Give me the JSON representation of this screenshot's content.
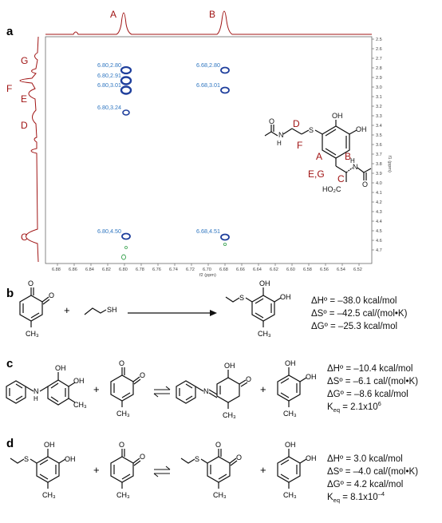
{
  "panels": {
    "a": {
      "letter": "a",
      "top_peaks": [
        "A",
        "B"
      ],
      "left_peaks": [
        "G",
        "F",
        "E",
        "D",
        "C"
      ],
      "xlabel": "f2 (ppm)",
      "ylabel": "f1 (ppm)",
      "xticks": [
        "6.88",
        "6.86",
        "6.84",
        "6.82",
        "6.80",
        "6.78",
        "6.76",
        "6.74",
        "6.72",
        "6.70",
        "6.68",
        "6.66",
        "6.64",
        "6.62",
        "6.60",
        "6.58",
        "6.56",
        "6.54",
        "6.52"
      ],
      "yticks": [
        "2.5",
        "2.6",
        "2.7",
        "2.8",
        "2.9",
        "3.0",
        "3.1",
        "3.2",
        "3.3",
        "3.4",
        "3.5",
        "3.6",
        "3.7",
        "3.8",
        "3.9",
        "4.0",
        "4.1",
        "4.2",
        "4.3",
        "4.4",
        "4.5",
        "4.6",
        "4.7"
      ],
      "crosspeaks": [
        "6.80,2.80",
        "6.80,2.91",
        "6.80,3.01",
        "6.80,3.24",
        "6.68,2.80",
        "6.68,3.01",
        "6.80,4.50",
        "6.68,4.51"
      ],
      "structure_labels": {
        "d": "D",
        "f": "F",
        "a": "A",
        "b": "B",
        "c": "C",
        "eg": "E,G",
        "acid": "HO₂C"
      }
    },
    "b": {
      "letter": "b",
      "thermo": [
        "ΔHº = –38.0 kcal/mol",
        "ΔSº = –42.5 cal/(mol•K)",
        "ΔGº = –25.3 kcal/mol"
      ]
    },
    "c": {
      "letter": "c",
      "thermo": [
        "ΔHº = –10.4 kcal/mol",
        "ΔSº = –6.1 cal/(mol•K)",
        "ΔGº = –8.6 kcal/mol"
      ],
      "keq_label": "K",
      "keq_sub": "eq",
      "keq_value": " = 2.1x10",
      "keq_exp": "6"
    },
    "d": {
      "letter": "d",
      "thermo": [
        "ΔHº = 3.0 kcal/mol",
        "ΔSº = –4.0 cal/(mol•K)",
        "ΔGº = 4.2 kcal/mol"
      ],
      "keq_label": "K",
      "keq_sub": "eq",
      "keq_value": " = 8.1x10",
      "keq_exp": "–4"
    }
  },
  "atoms": {
    "O": "O",
    "OH": "OH",
    "SH": "SH",
    "S": "S",
    "N": "N",
    "H": "H",
    "CH3": "CH₃",
    "plus": "+"
  },
  "colors": {
    "spectrum": "#a01414",
    "crosspeak": "#1f3f9c",
    "crosslabel": "#2f76c0",
    "minor": "#33a04a"
  }
}
